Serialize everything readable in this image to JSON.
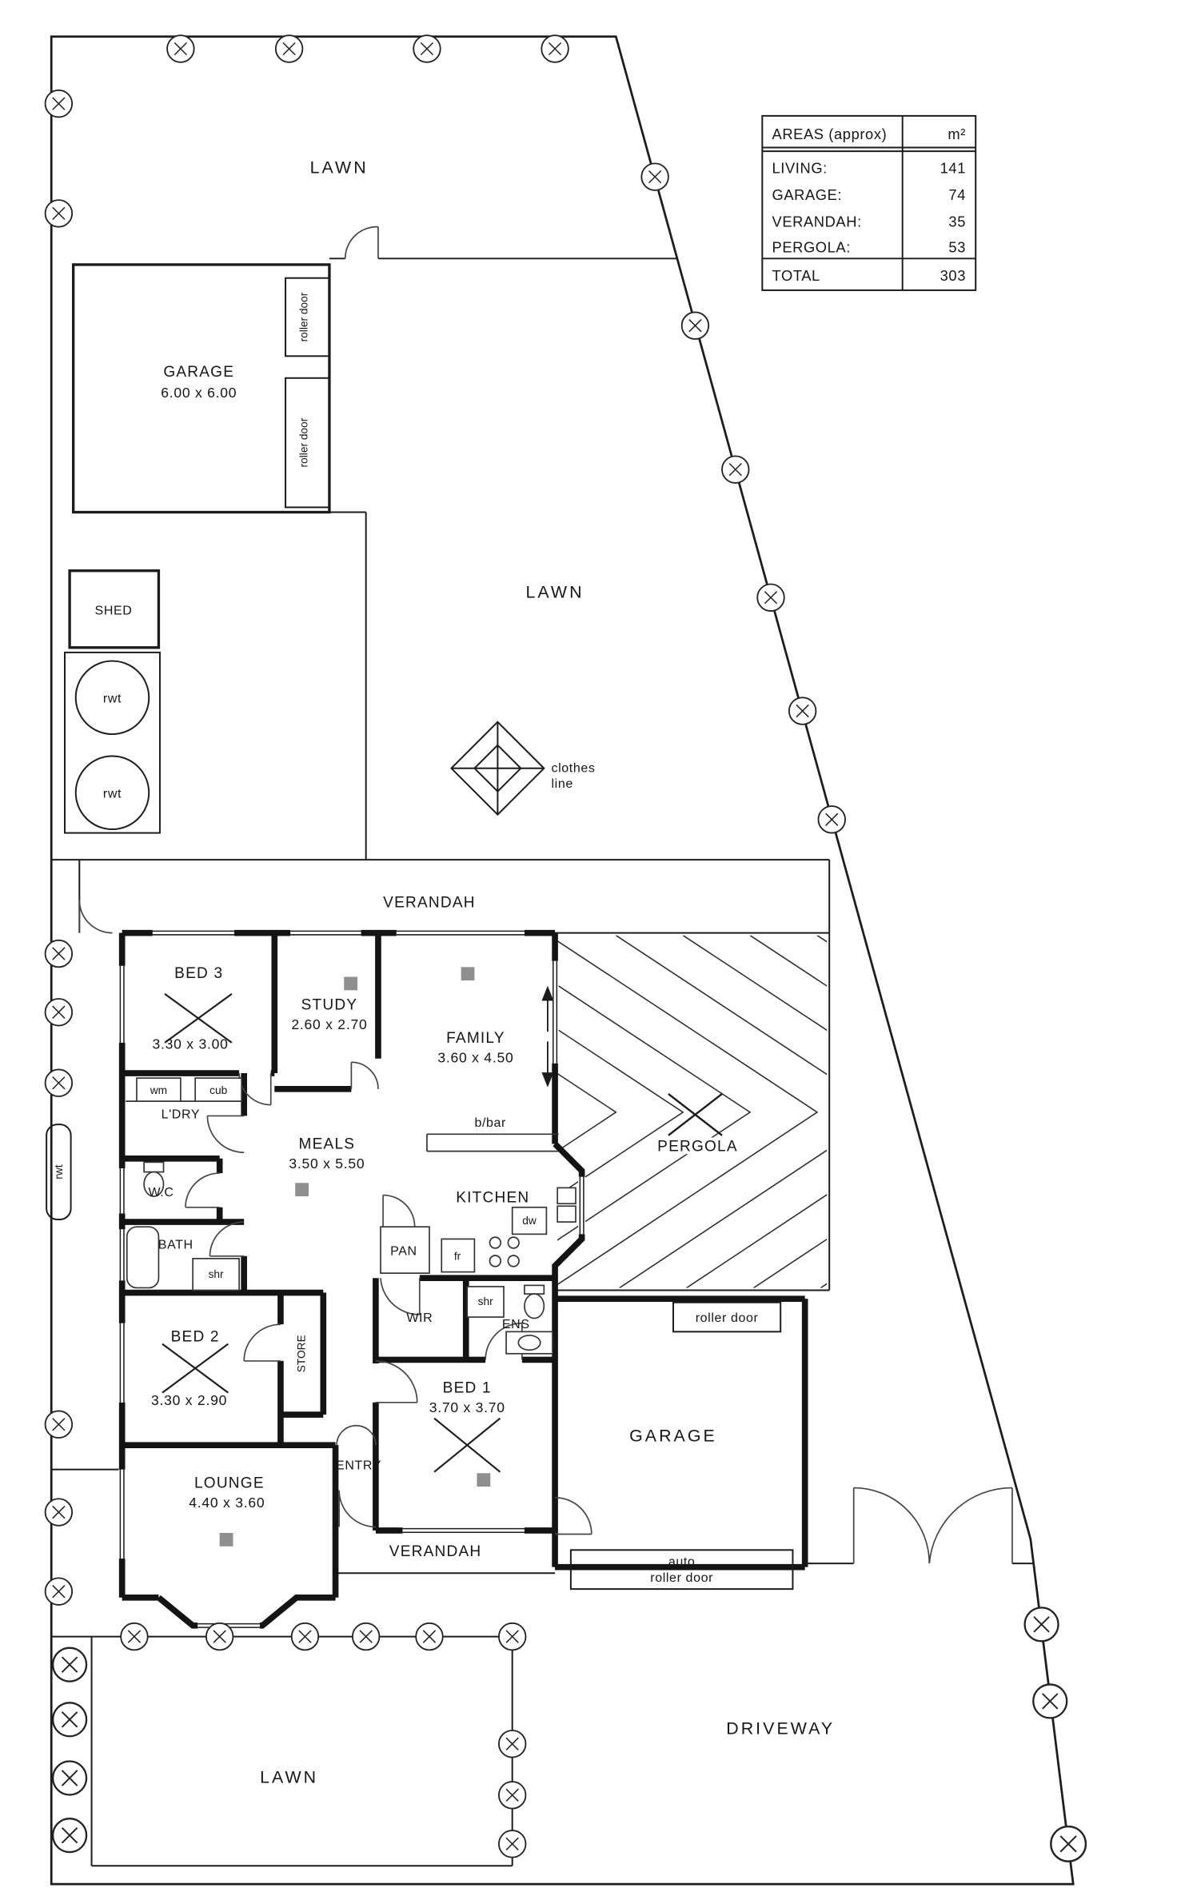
{
  "areas_table": {
    "title": "AREAS (approx)",
    "unit": "m²",
    "rows": [
      {
        "label": "LIVING:",
        "value": "141"
      },
      {
        "label": "GARAGE:",
        "value": "74"
      },
      {
        "label": "VERANDAH:",
        "value": "35"
      },
      {
        "label": "PERGOLA:",
        "value": "53"
      }
    ],
    "total_label": "TOTAL",
    "total_value": "303"
  },
  "site": {
    "lawn_top": "LAWN",
    "lawn_middle": "LAWN",
    "lawn_bottom": "LAWN",
    "driveway": "DRIVEWAY",
    "shed": "SHED",
    "rwt1": "rwt",
    "rwt2": "rwt",
    "rwt3": "rwt",
    "clothes_line_1": "clothes",
    "clothes_line_2": "line",
    "garage_name": "GARAGE",
    "garage_dims": "6.00 x 6.00",
    "roller_door_1": "roller door",
    "roller_door_2": "roller door"
  },
  "house": {
    "verandah_top": "VERANDAH",
    "verandah_bottom": "VERANDAH",
    "pergola": "PERGOLA",
    "bed3_name": "BED 3",
    "bed3_dims": "3.30 x 3.00",
    "study_name": "STUDY",
    "study_dims": "2.60 x 2.70",
    "family_name": "FAMILY",
    "family_dims": "3.60 x 4.50",
    "ldry": "L'DRY",
    "wm": "wm",
    "cub": "cub",
    "wc": "W.C",
    "bath": "BATH",
    "shr_bath": "shr",
    "meals_name": "MEALS",
    "meals_dims": "3.50 x 5.50",
    "bbar": "b/bar",
    "kitchen": "KITCHEN",
    "dw": "dw",
    "pan": "PAN",
    "fr": "fr",
    "store": "STORE",
    "bed2_name": "BED 2",
    "bed2_dims": "3.30 x 2.90",
    "wir": "WIR",
    "ens": "ENS",
    "shr_ens": "shr",
    "bed1_name": "BED 1",
    "bed1_dims": "3.70 x 3.70",
    "garage_name": "GARAGE",
    "roller_door": "roller door",
    "auto_roller_1": "auto",
    "auto_roller_2": "roller door",
    "lounge_name": "LOUNGE",
    "lounge_dims": "4.40 x 3.60",
    "entry": "ENTRY"
  }
}
